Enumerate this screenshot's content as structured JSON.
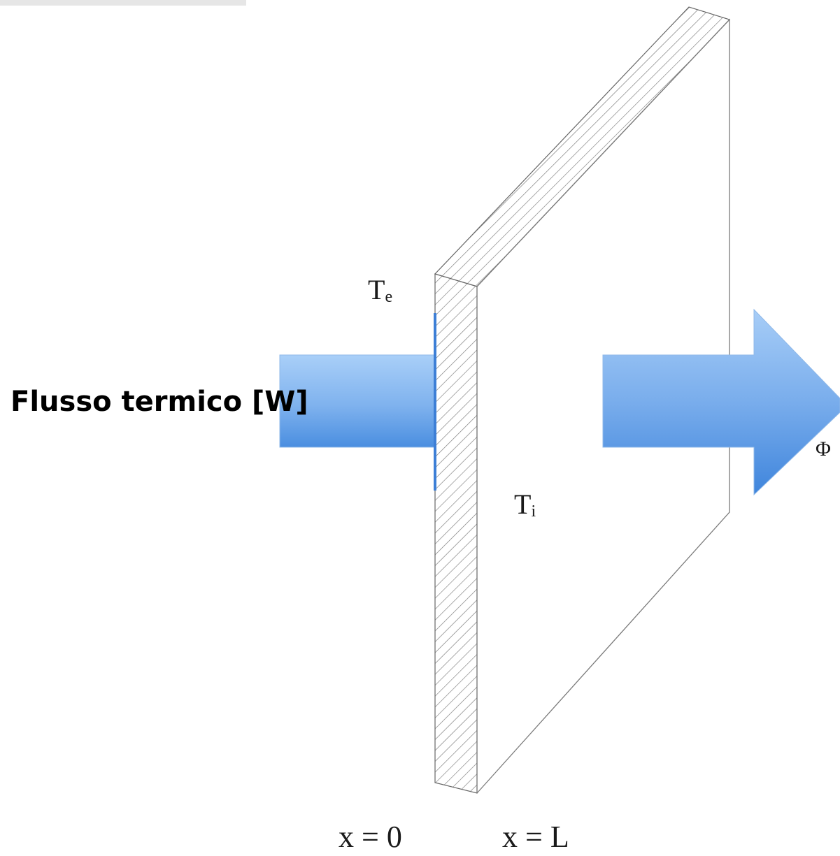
{
  "diagram": {
    "flux_label": "Flusso termico [W]",
    "outer_temperature": {
      "symbol": "T",
      "subscript": "e"
    },
    "inner_temperature": {
      "symbol": "T",
      "subscript": "i"
    },
    "position_start": "x = 0",
    "position_end": "x = L",
    "flux_symbol": "Φ"
  },
  "colors": {
    "arrow_light": "#a8cdf7",
    "arrow_dark": "#3d83d9",
    "wall_stroke": "#6a6a6a",
    "label_text": "#1a1a1a"
  }
}
